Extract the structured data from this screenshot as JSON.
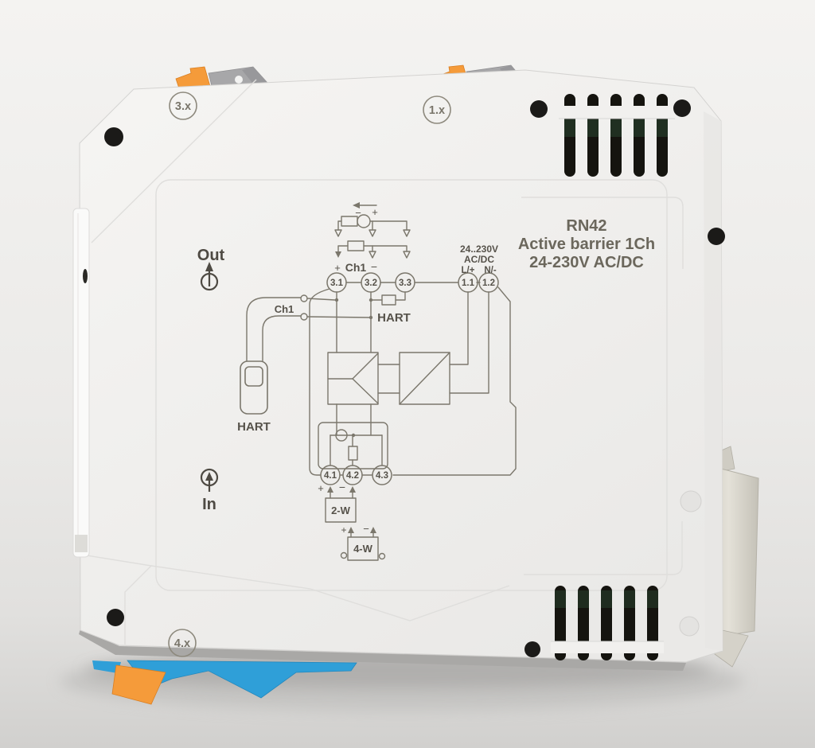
{
  "device": {
    "corner_labels": {
      "top_left": "3.x",
      "top_center": "1.x",
      "bottom_left": "4.x"
    },
    "title_line1": "RN42",
    "title_line2": "Active barrier 1Ch",
    "title_line3": "24-230V AC/DC"
  },
  "diagram": {
    "out_label": "Out",
    "in_label": "In",
    "hart_device_label": "HART",
    "hart_tap_label": "HART",
    "ch1_wire_label": "Ch1",
    "ch1_terminal_label": "Ch1",
    "plus": "+",
    "minus": "−",
    "supply_voltage": "24..230V",
    "supply_type": "AC/DC",
    "line_label": "L/+",
    "neutral_label": "N/-",
    "terminals_output": [
      "3.1",
      "3.2",
      "3.3"
    ],
    "terminals_supply": [
      "1.1",
      "1.2"
    ],
    "terminals_input": [
      "4.1",
      "4.2",
      "4.3"
    ],
    "two_wire_label": "2-W",
    "four_wire_label": "4-W"
  },
  "colors": {
    "background": "#ecebe9",
    "body": "#f1f0ee",
    "print_text": "#56524a",
    "print_lines": "#7b776c",
    "orange_connector": "#f59b3a",
    "gray_connector": "#a3a3a5",
    "blue_connector": "#2f9fd8",
    "vent_dark": "#15140f",
    "pcb_green": "#2c4a34",
    "metal_clip": "#d8d5cb"
  }
}
